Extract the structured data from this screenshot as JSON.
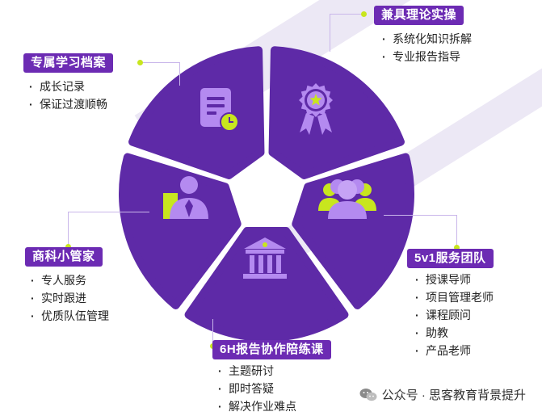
{
  "segments": [
    {
      "title": "专属学习档案",
      "items": [
        "成长记录",
        "保证过渡顺畅"
      ],
      "icon": "document-clock-icon"
    },
    {
      "title": "兼具理论实操",
      "items": [
        "系统化知识拆解",
        "专业报告指导"
      ],
      "icon": "award-ribbon-icon"
    },
    {
      "title": "5v1服务团队",
      "items": [
        "授课导师",
        "项目管理老师",
        "课程顾问",
        "助教",
        "产品老师"
      ],
      "icon": "team-group-icon"
    },
    {
      "title": "6H报告协作陪练课",
      "items": [
        "主题研讨",
        "即时答疑",
        "解决作业难点"
      ],
      "icon": "institution-building-icon"
    },
    {
      "title": "商科小管家",
      "items": [
        "专人服务",
        "实时跟进",
        "优质队伍管理"
      ],
      "icon": "business-person-icon"
    }
  ],
  "watermark": {
    "text": "公众号 · 思客教育背景提升",
    "icon": "wechat-icon"
  },
  "colors": {
    "segment": "#5e2aa7",
    "icon_light": "#b48af0",
    "accent": "#c8e61e",
    "badge": "#6c2bb3"
  }
}
